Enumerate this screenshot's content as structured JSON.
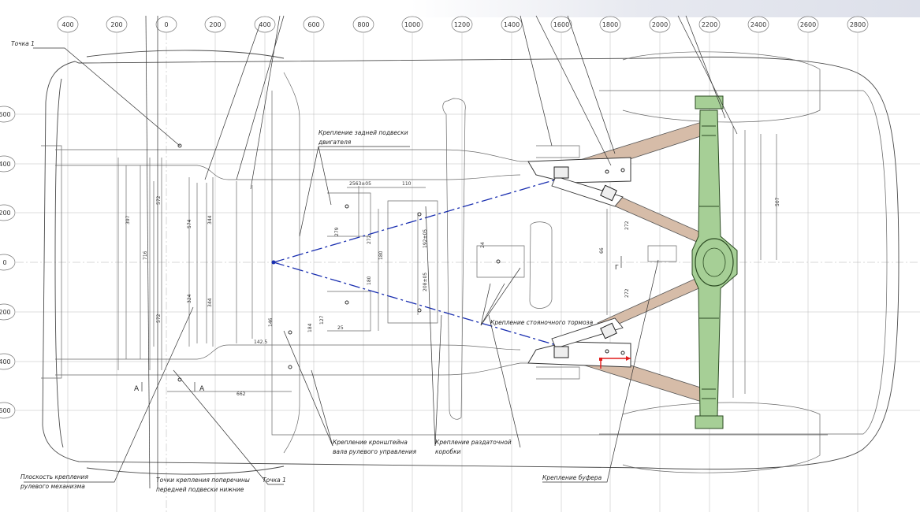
{
  "top_ruler": [
    "400",
    "200",
    "0",
    "200",
    "400",
    "600",
    "800",
    "1000",
    "1200",
    "1400",
    "1600",
    "1800",
    "2000",
    "2200",
    "2400",
    "2600",
    "2800"
  ],
  "left_ruler": [
    "600",
    "400",
    "200",
    "0",
    "200",
    "400",
    "600"
  ],
  "labels": {
    "point1_top": "Точка 1",
    "point1_bottom": "Точка 1",
    "engine_mount_line1": "Крепление задней подвески",
    "engine_mount_line2": "двигателя",
    "steering_plane_line1": "Плоскость крепления",
    "steering_plane_line2": "рулевого механизма",
    "lower_arm_line1": "Точки крепления поперечины",
    "lower_arm_line2": "передней подвески нижние",
    "steering_bracket_line1": "Крепление кронштейна",
    "steering_bracket_line2": "вала рулевого управления",
    "transfer_case_line1": "Крепление раздаточной",
    "transfer_case_line2": "коробки",
    "stabilizer": "Крепление стояночного тормоза",
    "bumper": "Крепление буфера"
  },
  "dimensions": [
    "2563±05",
    "110",
    "279",
    "272",
    "180",
    "180",
    "192±05",
    "208±05",
    "397",
    "572",
    "716",
    "574",
    "146",
    "344",
    "324",
    "572",
    "344",
    "662",
    "184",
    "142.5",
    "25",
    "127",
    "507",
    "66",
    "272",
    "272",
    "24"
  ],
  "section_marks": [
    "A",
    "A",
    "Г"
  ],
  "colors": {
    "axle": "#a6cf96",
    "arm": "#d6bca8",
    "blue_line": "#1a2fb0",
    "red_mark": "#e01b1b"
  }
}
